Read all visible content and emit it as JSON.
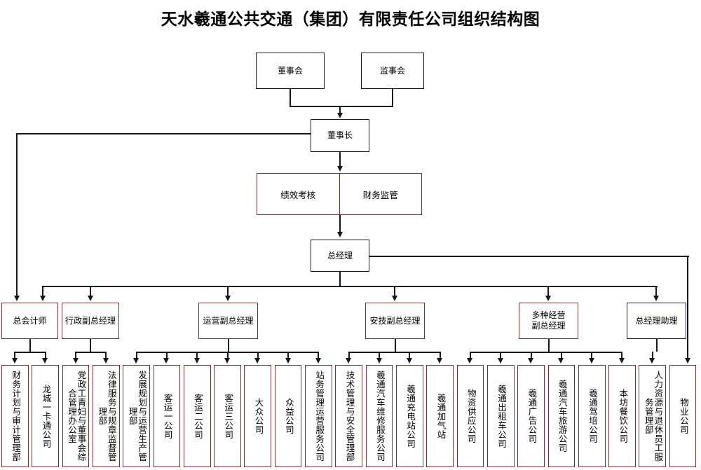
{
  "title": "天水羲通公共交通（集团）有限责任公司组织结构图",
  "nodes": {
    "board": "董事会",
    "supervisors": "监事会",
    "chairman": "董事长",
    "performance": "绩效考核",
    "finance_supervision": "财务监管",
    "gm": "总经理"
  },
  "executives": [
    {
      "id": "chief-accountant",
      "label": "总会计师",
      "border": "#6d342f"
    },
    {
      "id": "admin-vgm",
      "label": "行政副总经理",
      "border": "#6d342f"
    },
    {
      "id": "ops-vgm",
      "label": "运营副总经理",
      "border": "#6d342f"
    },
    {
      "id": "safety-tech-vgm",
      "label": "安技副总经理",
      "border": "#6d342f"
    },
    {
      "id": "diversified-vgm",
      "label": "多种经营\n副总经理",
      "border": "#6d342f"
    },
    {
      "id": "gm-assistant",
      "label": "总经理助理",
      "border": "#16202c"
    }
  ],
  "departments": [
    {
      "id": "dept-01",
      "label": "财务计划与审计管理部",
      "parent": "chief-accountant"
    },
    {
      "id": "dept-02",
      "label": "龙城一卡通公司",
      "parent": "chief-accountant"
    },
    {
      "id": "dept-03",
      "label": "党政工青妇与董事会综合管理办公室",
      "parent": "admin-vgm"
    },
    {
      "id": "dept-04",
      "label": "法律服务与规章监督管理部",
      "parent": "admin-vgm"
    },
    {
      "id": "dept-05",
      "label": "发展规划与运营生产管理部",
      "parent": "ops-vgm"
    },
    {
      "id": "dept-06",
      "label": "客运一公司",
      "parent": "ops-vgm"
    },
    {
      "id": "dept-07",
      "label": "客运二公司",
      "parent": "ops-vgm"
    },
    {
      "id": "dept-08",
      "label": "客运三公司",
      "parent": "ops-vgm"
    },
    {
      "id": "dept-09",
      "label": "大众公司",
      "parent": "ops-vgm"
    },
    {
      "id": "dept-10",
      "label": "众益公司",
      "parent": "ops-vgm"
    },
    {
      "id": "dept-11",
      "label": "站务管理运营服务公司",
      "parent": "ops-vgm"
    },
    {
      "id": "dept-12",
      "label": "技术管理与安全管理部",
      "parent": "safety-tech-vgm"
    },
    {
      "id": "dept-13",
      "label": "羲通汽车维修服务公司",
      "parent": "safety-tech-vgm"
    },
    {
      "id": "dept-14",
      "label": "羲通充电站公司",
      "parent": "safety-tech-vgm"
    },
    {
      "id": "dept-15",
      "label": "羲通加气站",
      "parent": "safety-tech-vgm"
    },
    {
      "id": "dept-16",
      "label": "物资供应公司",
      "parent": "diversified-vgm"
    },
    {
      "id": "dept-17",
      "label": "羲通出租车公司",
      "parent": "diversified-vgm"
    },
    {
      "id": "dept-18",
      "label": "羲通广告公司",
      "parent": "diversified-vgm"
    },
    {
      "id": "dept-19",
      "label": "羲通汽车旅游公司",
      "parent": "diversified-vgm"
    },
    {
      "id": "dept-20",
      "label": "羲通驾培公司",
      "parent": "diversified-vgm"
    },
    {
      "id": "dept-21",
      "label": "本坊餐饮公司",
      "parent": "diversified-vgm"
    },
    {
      "id": "dept-22",
      "label": "人力资源与退休员工服务管理部",
      "parent": "gm-assistant"
    },
    {
      "id": "dept-23",
      "label": "物业公司",
      "parent": "gm"
    }
  ],
  "colors": {
    "line": "#111820",
    "box_red": "#6d342f",
    "box_navy": "#16202c",
    "background": "#ffffff",
    "text": "#000000"
  }
}
